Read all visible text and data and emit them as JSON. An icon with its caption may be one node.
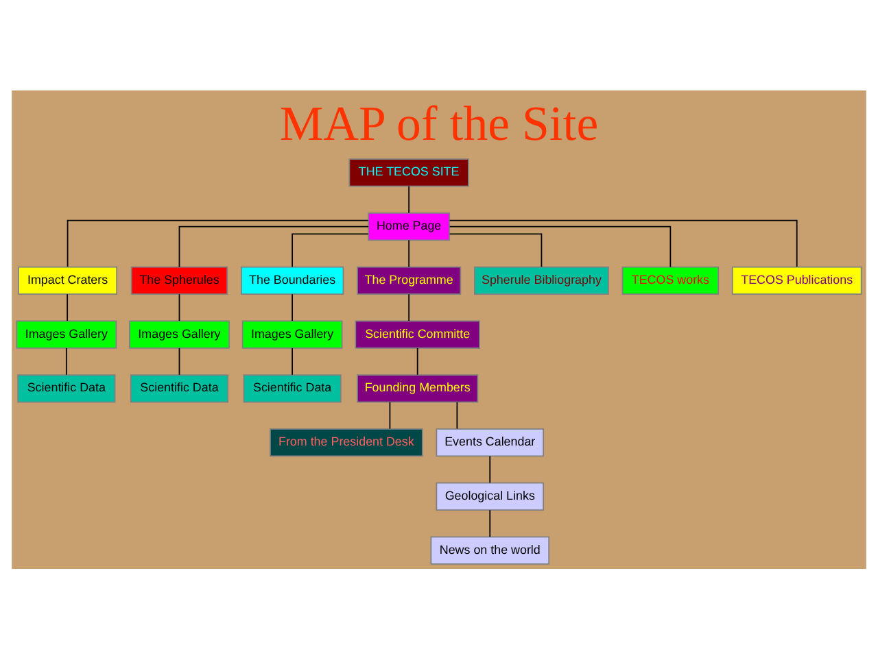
{
  "diagram": {
    "title": "MAP of the Site",
    "nodes": [
      {
        "text": [
          "THE TECOS SITE"
        ]
      },
      {
        "text": [
          "Home Page"
        ]
      },
      {
        "text": [
          "Impact Craters"
        ]
      },
      {
        "text": [
          "The Spherules"
        ]
      },
      {
        "text": [
          "The Boundaries"
        ]
      },
      {
        "text": [
          "The Programme"
        ]
      },
      {
        "text": [
          "Spherule Bibliography"
        ]
      },
      {
        "text": [
          "TECOS works"
        ]
      },
      {
        "text": [
          "TECOS Publications"
        ]
      },
      {
        "text": [
          "Images Gallery"
        ]
      },
      {
        "text": [
          "Images Gallery"
        ]
      },
      {
        "text": [
          "Images Gallery"
        ]
      },
      {
        "text": [
          "Scientific Committe"
        ]
      },
      {
        "text": [
          "Scientific Data"
        ]
      },
      {
        "text": [
          "Scientific Data"
        ]
      },
      {
        "text": [
          "Scientific Data"
        ]
      },
      {
        "text": [
          "Founding Members"
        ]
      },
      {
        "text": [
          "From the President Desk"
        ]
      },
      {
        "text": [
          "Events Calendar"
        ]
      },
      {
        "text": [
          "Geological Links"
        ]
      },
      {
        "text": [
          "News on the world"
        ]
      }
    ],
    "edges": [
      {
        "from": 0,
        "to": 1,
        "arrow": "none"
      },
      {
        "from": 1,
        "to": 2,
        "arrow": "none"
      },
      {
        "from": 1,
        "to": 3,
        "arrow": "none"
      },
      {
        "from": 1,
        "to": 4,
        "arrow": "none"
      },
      {
        "from": 1,
        "to": 5,
        "arrow": "none"
      },
      {
        "from": 1,
        "to": 6,
        "arrow": "none"
      },
      {
        "from": 1,
        "to": 7,
        "arrow": "none"
      },
      {
        "from": 1,
        "to": 8,
        "arrow": "none"
      },
      {
        "from": 2,
        "to": 9,
        "arrow": "none"
      },
      {
        "from": 3,
        "to": 10,
        "arrow": "none"
      },
      {
        "from": 4,
        "to": 11,
        "arrow": "none"
      },
      {
        "from": 5,
        "to": 12,
        "arrow": "none"
      },
      {
        "from": 9,
        "to": 13,
        "arrow": "none"
      },
      {
        "from": 10,
        "to": 14,
        "arrow": "none"
      },
      {
        "from": 11,
        "to": 15,
        "arrow": "none"
      },
      {
        "from": 12,
        "to": 16,
        "arrow": "none"
      },
      {
        "from": 16,
        "to": 17,
        "arrow": "none"
      },
      {
        "from": 16,
        "to": 18,
        "arrow": "none"
      },
      {
        "from": 18,
        "to": 19,
        "arrow": "none"
      },
      {
        "from": 19,
        "to": 20,
        "arrow": "none"
      }
    ]
  }
}
